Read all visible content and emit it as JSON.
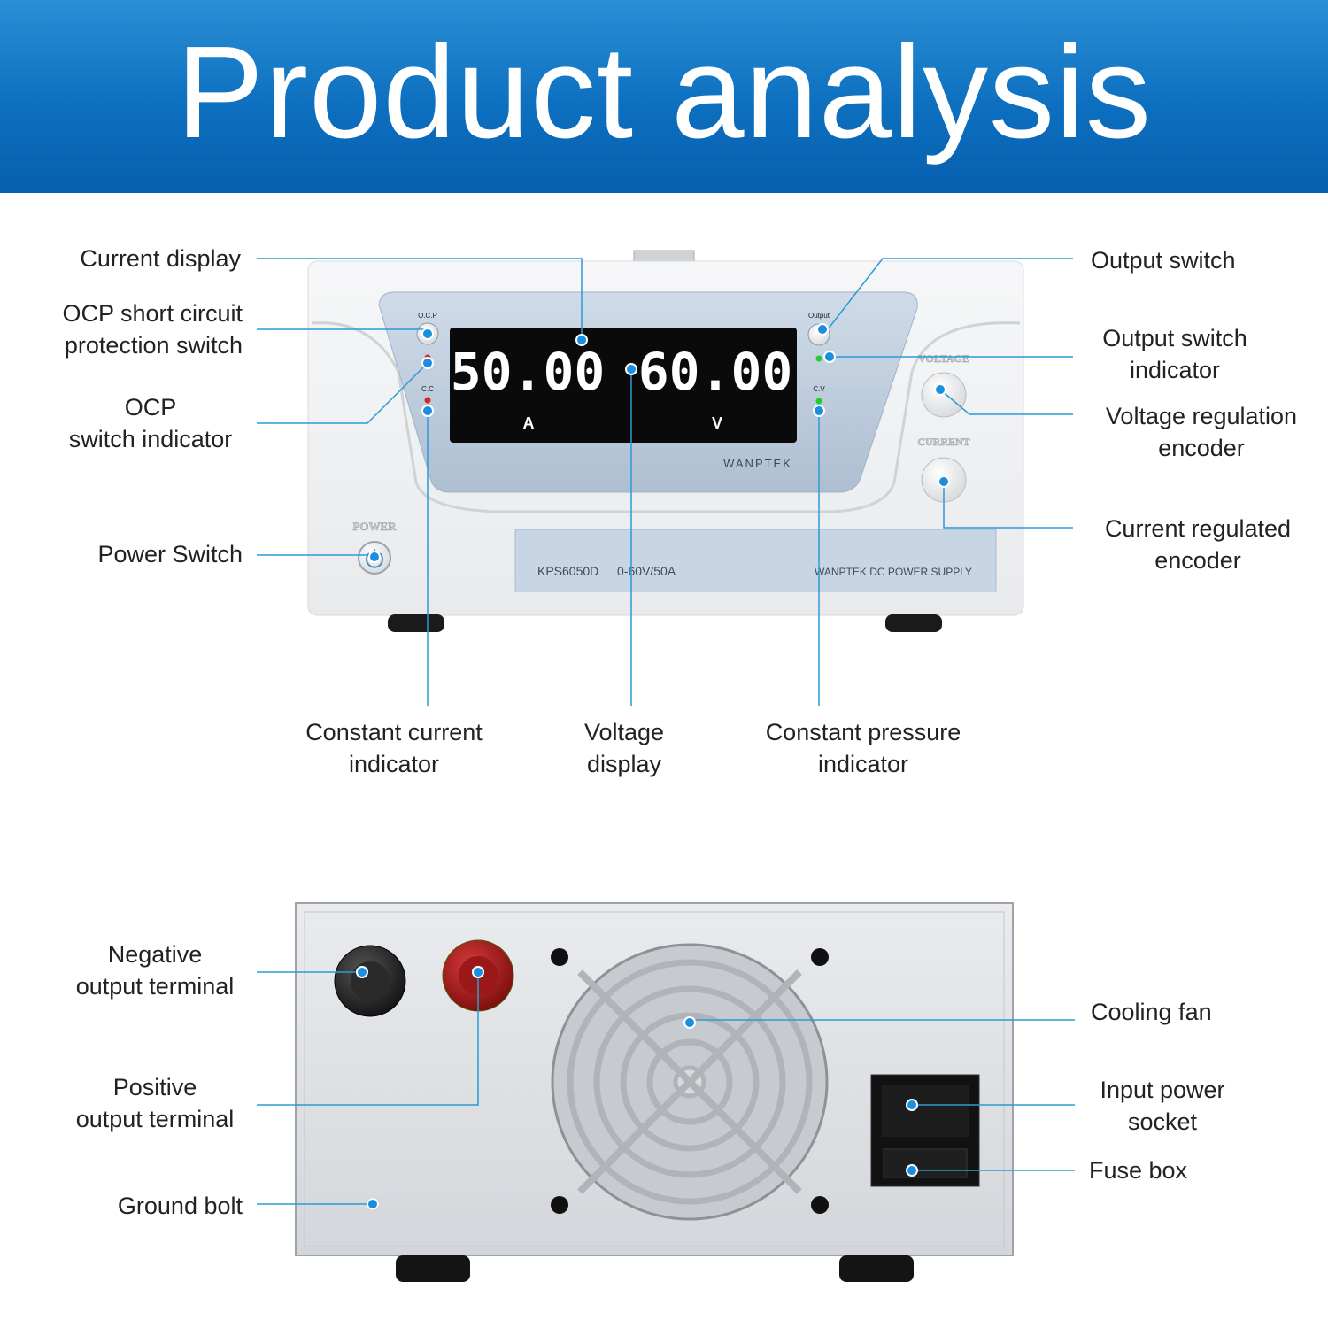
{
  "banner": {
    "title": "Product analysis"
  },
  "front_panel": {
    "current_reading": "50.00",
    "voltage_reading": "60.00",
    "current_unit": "A",
    "voltage_unit": "V",
    "ocp_label": "O.C.P",
    "output_label": "Output",
    "cc_label": "C.C",
    "cv_label": "C.V",
    "voltage_knob_label": "VOLTAGE",
    "current_knob_label": "CURRENT",
    "power_label": "POWER",
    "brand": "WANPTEK",
    "model": "KPS6050D",
    "range": "0-60V/50A",
    "product_line": "WANPTEK  DC  POWER  SUPPLY"
  },
  "front_labels": {
    "current_display": "Current display",
    "ocp_switch": "OCP short circuit\nprotection switch",
    "ocp_indicator": "OCP\nswitch indicator",
    "power_switch": "Power Switch",
    "output_switch": "Output switch",
    "output_indicator": "Output switch\nindicator",
    "voltage_encoder": "Voltage regulation\nencoder",
    "current_encoder": "Current regulated\nencoder",
    "cc_indicator": "Constant current\nindicator",
    "voltage_display": "Voltage\ndisplay",
    "cv_indicator": "Constant pressure\nindicator"
  },
  "rear_labels": {
    "negative_terminal": "Negative\noutput terminal",
    "positive_terminal": "Positive\noutput terminal",
    "ground_bolt": "Ground bolt",
    "cooling_fan": "Cooling fan",
    "input_socket": "Input power\nsocket",
    "fuse_box": "Fuse box"
  },
  "colors": {
    "banner": "#0d6fbf",
    "callout_line": "#2d9ad6",
    "callout_dot": "#1a8fe0",
    "display_bg": "#0a0a0a",
    "panel_bezel": "#b9cde0"
  }
}
